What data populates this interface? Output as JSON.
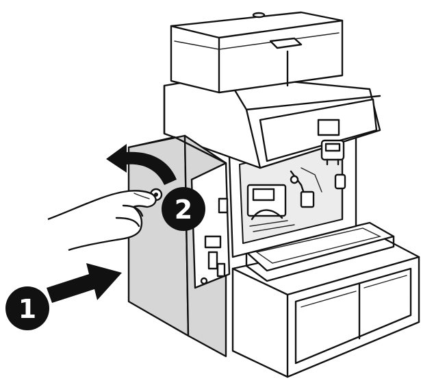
{
  "steps": [
    {
      "label": "1",
      "action": "push-arrow"
    },
    {
      "label": "2",
      "action": "rotate-arrow"
    }
  ],
  "colors": {
    "line": "#111111",
    "panel_gray": "#d6d6d6",
    "background": "#ffffff"
  }
}
